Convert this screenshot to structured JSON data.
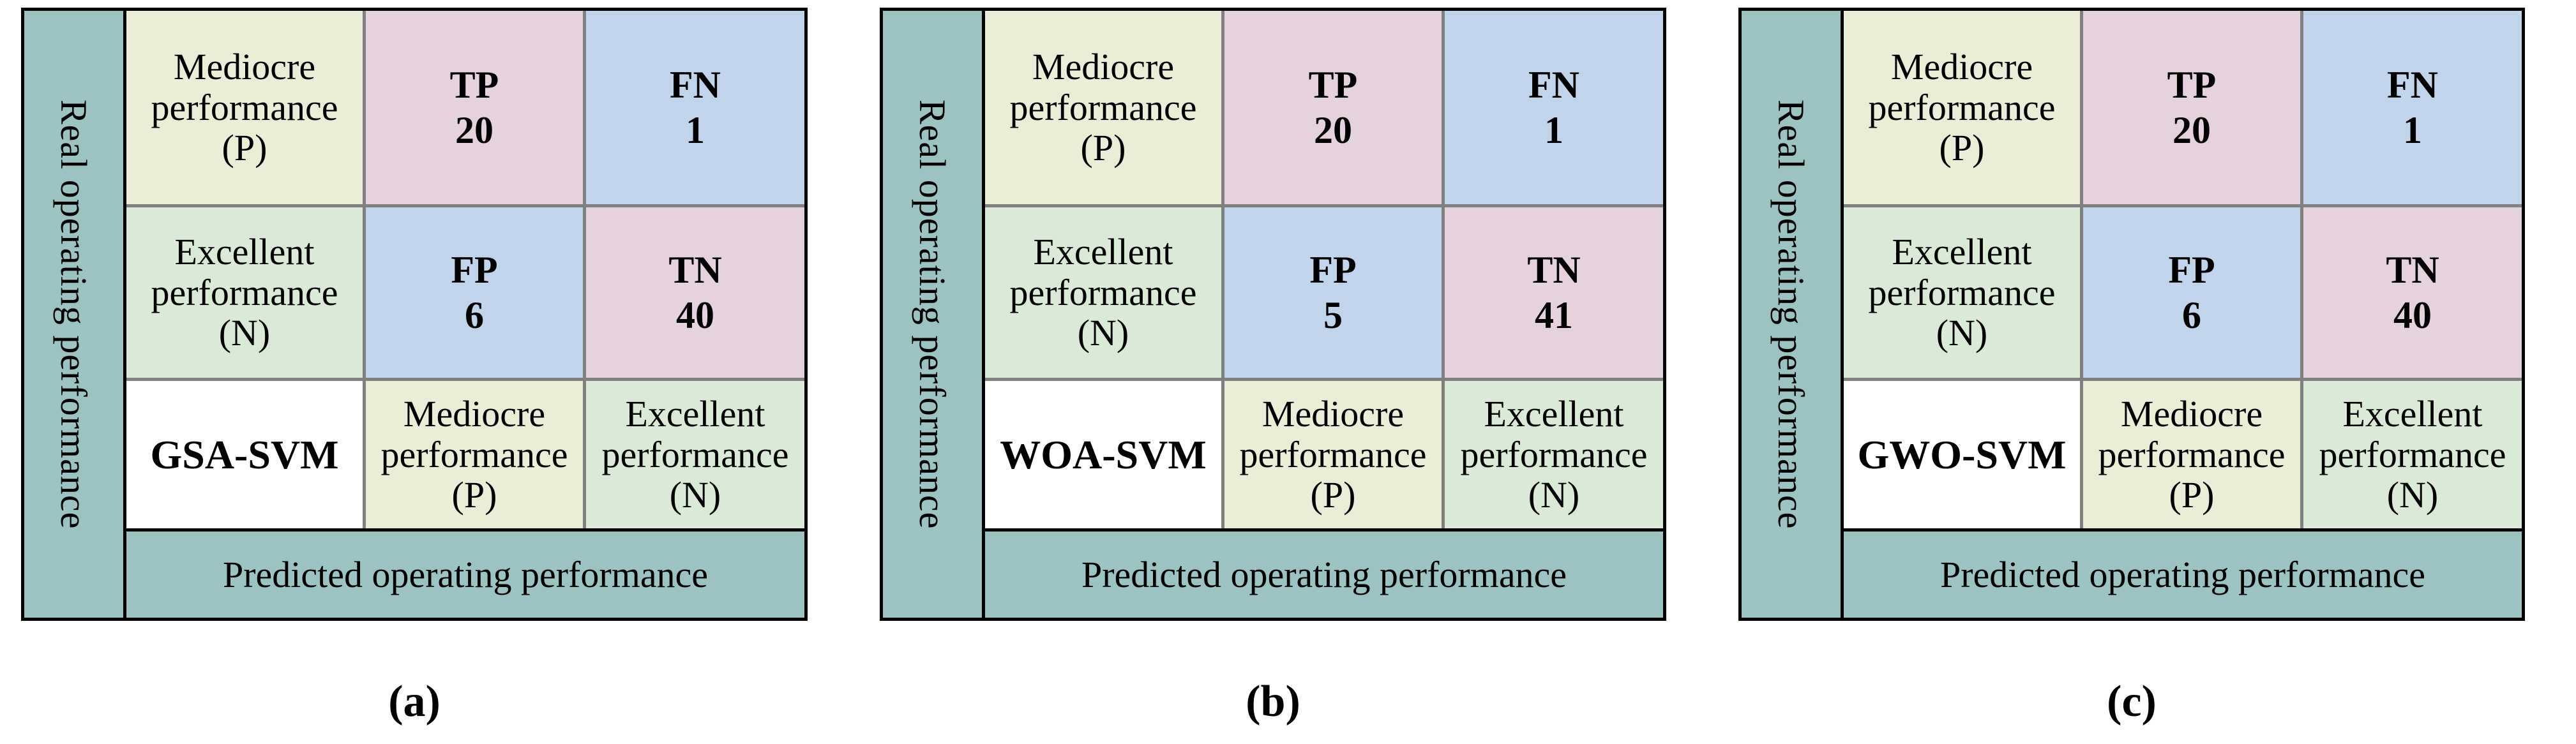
{
  "palette": {
    "band_teal": "#9cc3c2",
    "mediocre_cream": "#ebedd9",
    "excellent_green": "#dbead6",
    "positive_pink": "#e4d3de",
    "negative_blue": "#c1d4ea",
    "grid_gray": "#808080",
    "border_black": "#000000"
  },
  "shared": {
    "real_axis_label": "Real operating performance",
    "predicted_axis_label": "Predicted operating performance",
    "mediocre_label": "Mediocre\nperformance\n(P)",
    "excellent_label": "Excellent\nperformance\n(N)"
  },
  "panels": [
    {
      "caption": "(a)",
      "model": "GSA-SVM",
      "tp": {
        "abbr": "TP",
        "value": "20"
      },
      "fn": {
        "abbr": "FN",
        "value": "1"
      },
      "fp": {
        "abbr": "FP",
        "value": "6"
      },
      "tn": {
        "abbr": "TN",
        "value": "40"
      }
    },
    {
      "caption": "(b)",
      "model": "WOA-SVM",
      "tp": {
        "abbr": "TP",
        "value": "20"
      },
      "fn": {
        "abbr": "FN",
        "value": "1"
      },
      "fp": {
        "abbr": "FP",
        "value": "5"
      },
      "tn": {
        "abbr": "TN",
        "value": "41"
      }
    },
    {
      "caption": "(c)",
      "model": "GWO-SVM",
      "tp": {
        "abbr": "TP",
        "value": "20"
      },
      "fn": {
        "abbr": "FN",
        "value": "1"
      },
      "fp": {
        "abbr": "FP",
        "value": "6"
      },
      "tn": {
        "abbr": "TN",
        "value": "40"
      }
    }
  ],
  "chart_data": [
    {
      "type": "table",
      "title": "GSA-SVM confusion matrix",
      "row_axis": "Real operating performance",
      "col_axis": "Predicted operating performance",
      "rows": [
        "Mediocre performance (P)",
        "Excellent performance (N)"
      ],
      "cols": [
        "Mediocre performance (P)",
        "Excellent performance (N)"
      ],
      "cell_labels": [
        [
          "TP",
          "FN"
        ],
        [
          "FP",
          "TN"
        ]
      ],
      "values": [
        [
          20,
          1
        ],
        [
          6,
          40
        ]
      ]
    },
    {
      "type": "table",
      "title": "WOA-SVM confusion matrix",
      "row_axis": "Real operating performance",
      "col_axis": "Predicted operating performance",
      "rows": [
        "Mediocre performance (P)",
        "Excellent performance (N)"
      ],
      "cols": [
        "Mediocre performance (P)",
        "Excellent performance (N)"
      ],
      "cell_labels": [
        [
          "TP",
          "FN"
        ],
        [
          "FP",
          "TN"
        ]
      ],
      "values": [
        [
          20,
          1
        ],
        [
          5,
          41
        ]
      ]
    },
    {
      "type": "table",
      "title": "GWO-SVM confusion matrix",
      "row_axis": "Real operating performance",
      "col_axis": "Predicted operating performance",
      "rows": [
        "Mediocre performance (P)",
        "Excellent performance (N)"
      ],
      "cols": [
        "Mediocre performance (P)",
        "Excellent performance (N)"
      ],
      "cell_labels": [
        [
          "TP",
          "FN"
        ],
        [
          "FP",
          "TN"
        ]
      ],
      "values": [
        [
          20,
          1
        ],
        [
          6,
          40
        ]
      ]
    }
  ]
}
